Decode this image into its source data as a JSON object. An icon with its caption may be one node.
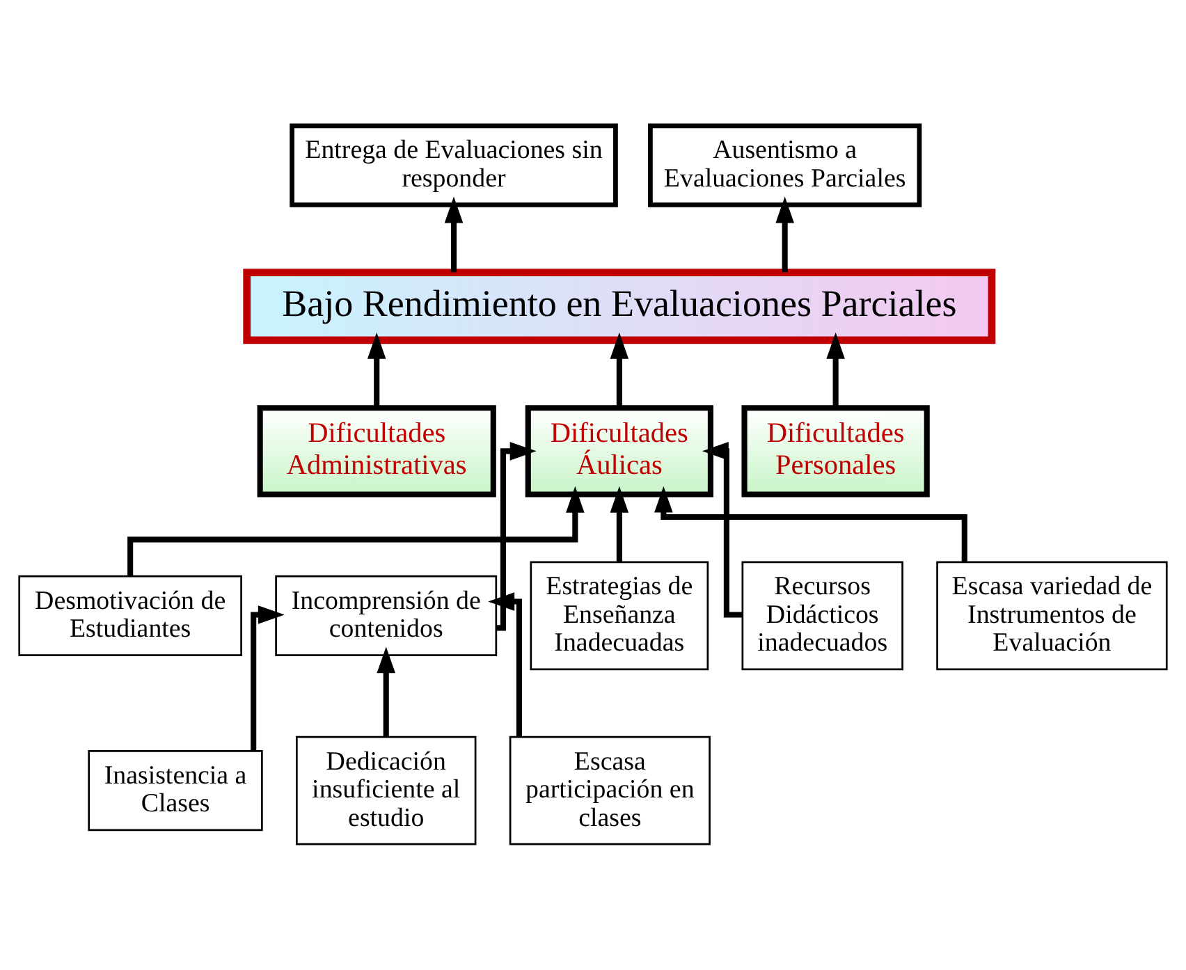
{
  "diagram": {
    "nodes": [
      {
        "text": [
          "Entrega de Evaluaciones sin responder"
        ]
      },
      {
        "text": [
          "Ausentismo a Evaluaciones Parciales"
        ]
      },
      {
        "text": [
          "Bajo Rendimiento en Evaluaciones Parciales"
        ]
      },
      {
        "text": [
          "Dificultades Administrativas"
        ]
      },
      {
        "text": [
          "Dificultades Áulicas"
        ]
      },
      {
        "text": [
          "Dificultades Personales"
        ]
      },
      {
        "text": [
          "Desmotivación de Estudiantes"
        ]
      },
      {
        "text": [
          "Incomprensión de contenidos"
        ]
      },
      {
        "text": [
          "Estrategias de Enseñanza Inadecuadas"
        ]
      },
      {
        "text": [
          "Recursos Didácticos inadecuados"
        ]
      },
      {
        "text": [
          "Escasa variedad de Instrumentos de Evaluación"
        ]
      },
      {
        "text": [
          "Inasistencia a Clases"
        ]
      },
      {
        "text": [
          "Dedicación insuficiente al estudio"
        ]
      },
      {
        "text": [
          "Escasa participación en clases"
        ]
      }
    ],
    "edges": [
      {
        "from": 2,
        "to": 0,
        "arrow": "to"
      },
      {
        "from": 2,
        "to": 1,
        "arrow": "to"
      },
      {
        "from": 3,
        "to": 2,
        "arrow": "to"
      },
      {
        "from": 4,
        "to": 2,
        "arrow": "to"
      },
      {
        "from": 5,
        "to": 2,
        "arrow": "to"
      },
      {
        "from": 6,
        "to": 4,
        "arrow": "to"
      },
      {
        "from": 7,
        "to": 4,
        "arrow": "to"
      },
      {
        "from": 8,
        "to": 4,
        "arrow": "to"
      },
      {
        "from": 9,
        "to": 4,
        "arrow": "to"
      },
      {
        "from": 10,
        "to": 4,
        "arrow": "to"
      },
      {
        "from": 11,
        "to": 7,
        "arrow": "to"
      },
      {
        "from": 12,
        "to": 7,
        "arrow": "to"
      },
      {
        "from": 13,
        "to": 7,
        "arrow": "to"
      }
    ]
  }
}
